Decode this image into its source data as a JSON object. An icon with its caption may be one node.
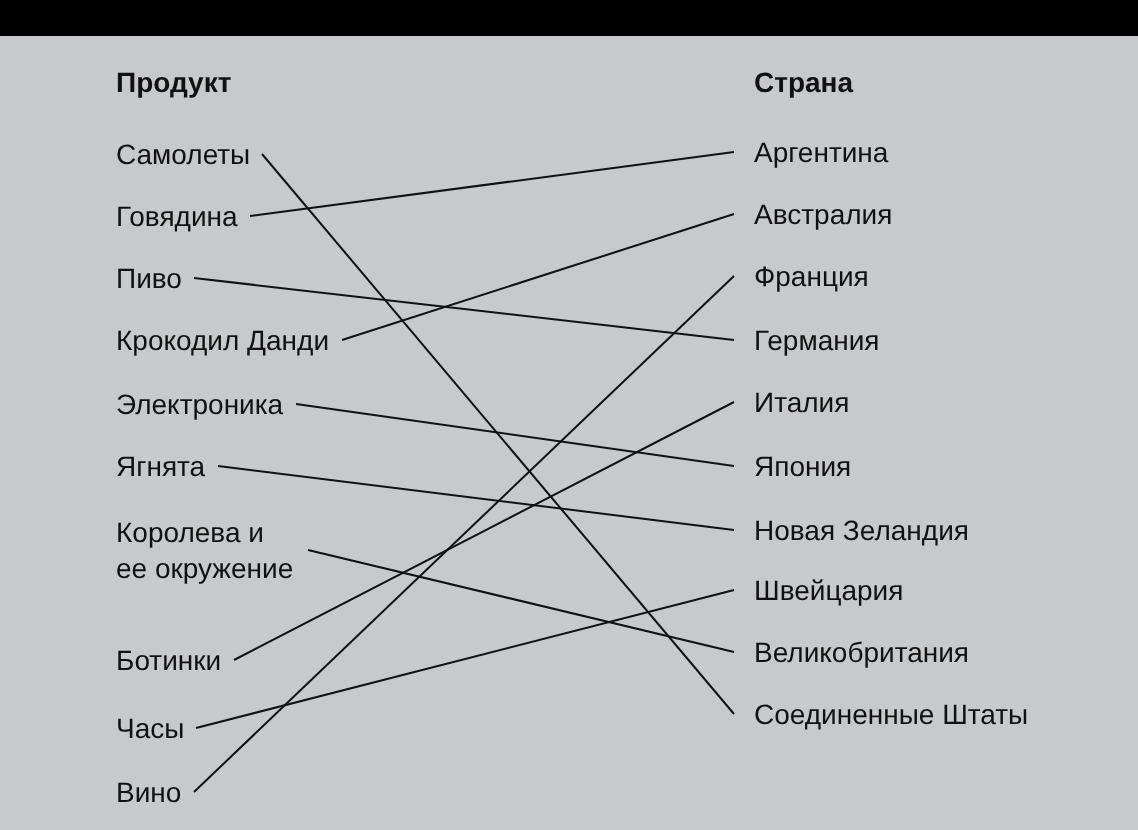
{
  "diagram": {
    "nodes": [
      {
        "text": [
          "Самолеты"
        ]
      },
      {
        "text": [
          "Говядина"
        ]
      },
      {
        "text": [
          "Пиво"
        ]
      },
      {
        "text": [
          "Крокодил Данди"
        ]
      },
      {
        "text": [
          "Электроника"
        ]
      },
      {
        "text": [
          "Ягнята"
        ]
      },
      {
        "text": [
          "Королева и ее окружение"
        ]
      },
      {
        "text": [
          "Ботинки"
        ]
      },
      {
        "text": [
          "Часы"
        ]
      },
      {
        "text": [
          "Вино"
        ]
      },
      {
        "text": [
          "Аргентина"
        ]
      },
      {
        "text": [
          "Австралия"
        ]
      },
      {
        "text": [
          "Франция"
        ]
      },
      {
        "text": [
          "Германия"
        ]
      },
      {
        "text": [
          "Италия"
        ]
      },
      {
        "text": [
          "Япония"
        ]
      },
      {
        "text": [
          "Новая Зеландия"
        ]
      },
      {
        "text": [
          "Швейцария"
        ]
      },
      {
        "text": [
          "Великобритания"
        ]
      },
      {
        "text": [
          "Соединенные Штаты"
        ]
      }
    ],
    "edges": [
      {
        "from": 0,
        "to": 19,
        "arrow": "none"
      },
      {
        "from": 1,
        "to": 10,
        "arrow": "none"
      },
      {
        "from": 2,
        "to": 13,
        "arrow": "none"
      },
      {
        "from": 3,
        "to": 11,
        "arrow": "none"
      },
      {
        "from": 4,
        "to": 15,
        "arrow": "none"
      },
      {
        "from": 5,
        "to": 16,
        "arrow": "none"
      },
      {
        "from": 6,
        "to": 18,
        "arrow": "none"
      },
      {
        "from": 7,
        "to": 14,
        "arrow": "none"
      },
      {
        "from": 8,
        "to": 17,
        "arrow": "none"
      },
      {
        "from": 9,
        "to": 12,
        "arrow": "none"
      }
    ],
    "labels": [
      "Продукт",
      "Страна"
    ]
  }
}
